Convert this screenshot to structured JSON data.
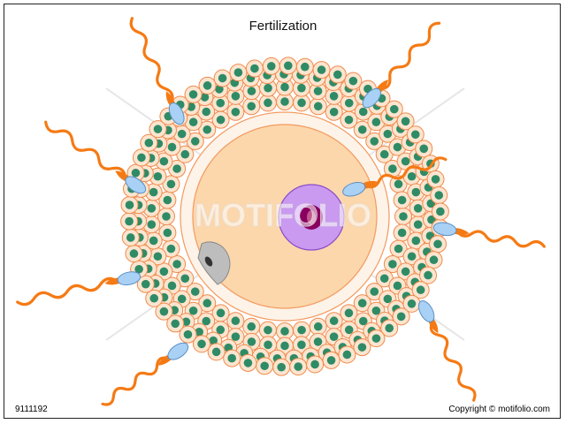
{
  "diagram": {
    "title": "Fertilization",
    "id_label": "9111192",
    "copyright": "Copyright © motifolio.com",
    "watermark": "MOTIFOLIO"
  },
  "colors": {
    "egg_cytoplasm": "#fcd7ac",
    "egg_cytoplasm_edge": "#f39a5f",
    "zona_pellucida": "#fdf3e8",
    "follicle_cell": "#fbe5d0",
    "follicle_cell_edge": "#f08a4b",
    "follicle_nucleus": "#2f8b65",
    "nucleus": "#c99af0",
    "nucleus_edge": "#8a4cc9",
    "nucleolus": "#8a005f",
    "sperm_head": "#a9d1f5",
    "sperm_head_edge": "#5b8fc4",
    "sperm_tail": "#f57a14",
    "polar_body": "#bdbdbd"
  }
}
